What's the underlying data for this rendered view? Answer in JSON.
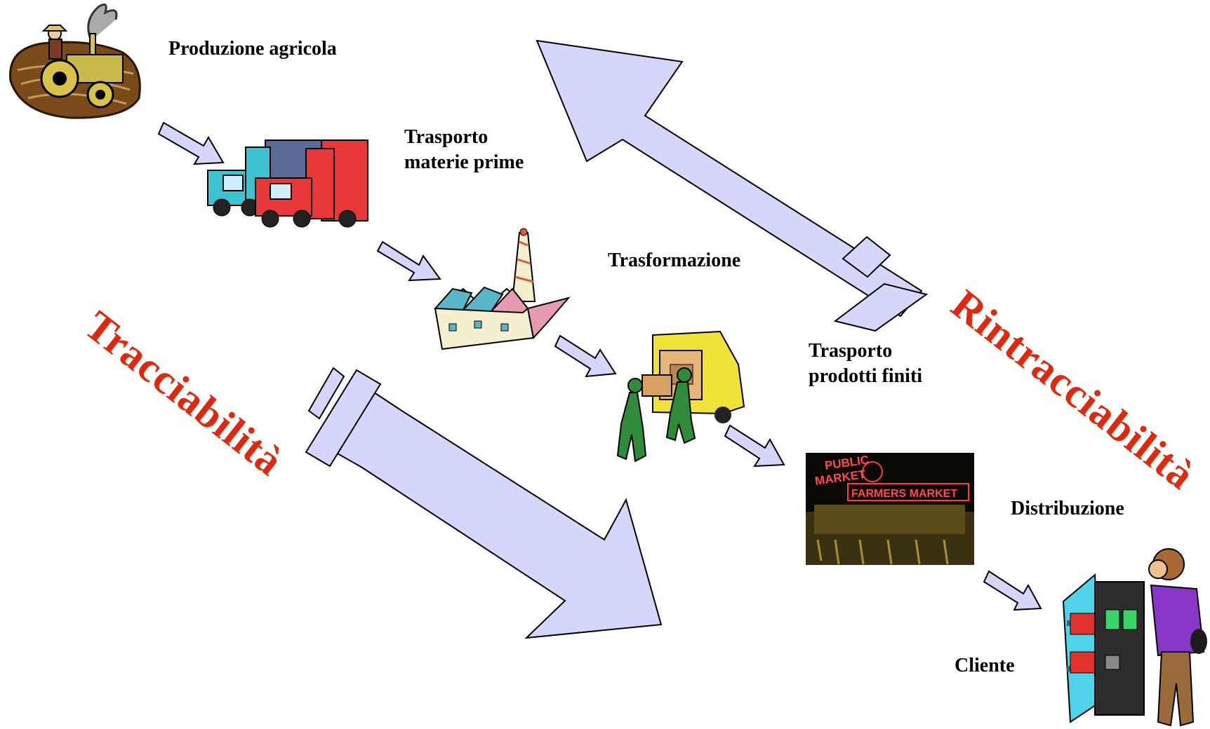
{
  "labels": {
    "produzione": "Produzione agricola",
    "trasporto_mp": "Trasporto\nmaterie prime",
    "trasformazione": "Trasformazione",
    "trasporto_pf": "Trasporto\nprodotti finiti",
    "distribuzione": "Distribuzione",
    "cliente": "Cliente"
  },
  "directions": {
    "forward": "Tracciabilità",
    "backward": "Rintracciabilità"
  },
  "market_sign": {
    "public": "PUBLIC",
    "market": "MARKET",
    "farmers": "FARMERS MARKET"
  },
  "colors": {
    "arrow_fill": "#d5d6fb",
    "direction_text": "#dd2a0f"
  },
  "icons": [
    "tractor-icon",
    "trucks-icon",
    "factory-icon",
    "delivery-van-icon",
    "market-photo",
    "shopper-icon"
  ]
}
